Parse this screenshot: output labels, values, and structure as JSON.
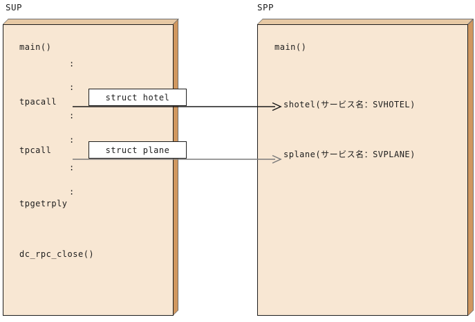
{
  "colors": {
    "panel_front": "#f8e7d3",
    "panel_top": "#e7c9a4",
    "panel_side": "#d0975f",
    "panel_border": "#1c1c1c",
    "outer_edge": "#6e6e6e",
    "arrow1": "#1a1a1a",
    "arrow2": "#7a7a7a",
    "text": "#1c1c1c",
    "box_bg": "#ffffff"
  },
  "sup": {
    "label": "SUP",
    "main": "main()",
    "colon": ":",
    "tpacall": "tpacall",
    "tpcall": "tpcall",
    "tpgetrply": "tpgetrply",
    "rpc_close": "dc_rpc_close()"
  },
  "spp": {
    "label": "SPP",
    "main": "main()",
    "shotel": "shotel(サービス名：SVHOTEL)",
    "splane": "splane(サービス名：SVPLANE)"
  },
  "arrows": [
    {
      "label": "struct hotel",
      "from": "tpacall",
      "to": "shotel"
    },
    {
      "label": "struct plane",
      "from": "tpcall",
      "to": "splane"
    }
  ]
}
